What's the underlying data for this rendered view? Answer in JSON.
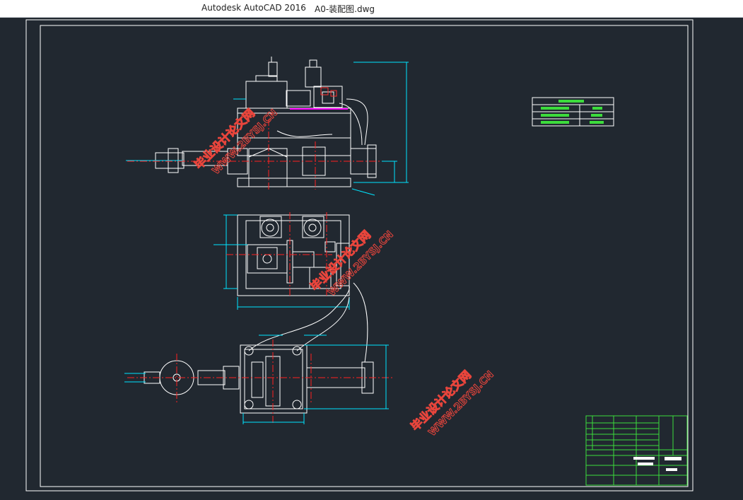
{
  "window": {
    "app_name": "Autodesk AutoCAD 2016",
    "document_name": "A0-装配图.dwg"
  },
  "drawing": {
    "watermark_name": "毕业设计论文网",
    "watermark_url": "WWW.2BYSJ.CN",
    "watermark_url_lower": "2BYSJ.CN",
    "colors": {
      "background": "#212830",
      "frame": "#ffffff",
      "dimension": "#00e5ff",
      "centerline": "#ff2020",
      "watermark": "#e8453c",
      "part": "#ffffff",
      "titleblock": "#3cdc3c"
    }
  }
}
